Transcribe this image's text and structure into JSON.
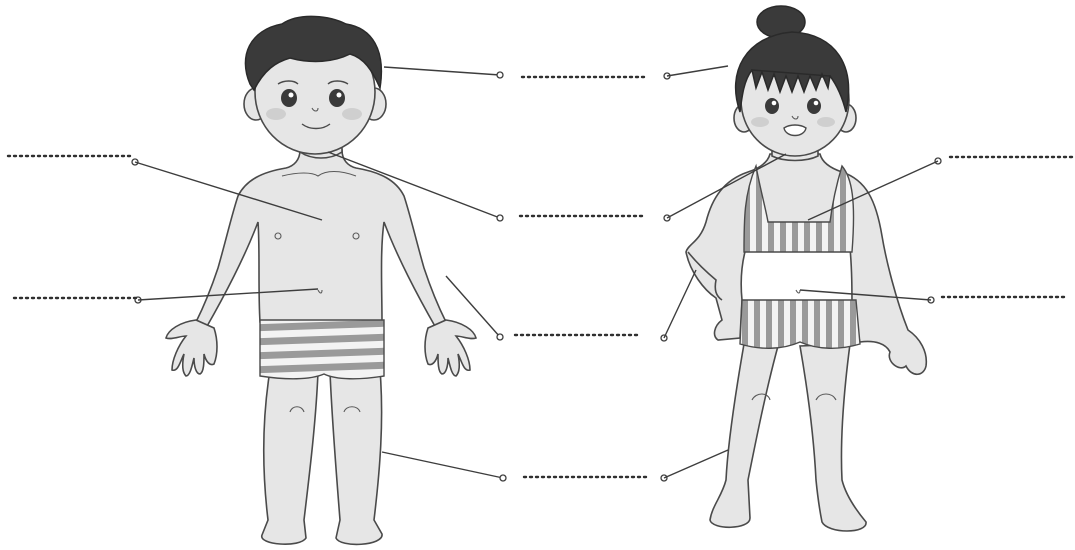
{
  "worksheet": {
    "figures": [
      {
        "id": "boy",
        "icon": "boy-figure"
      },
      {
        "id": "girl",
        "icon": "girl-figure"
      }
    ],
    "answer_blanks": [
      {
        "id": "center-1",
        "filled_text": ""
      },
      {
        "id": "center-2",
        "filled_text": ""
      },
      {
        "id": "center-3",
        "filled_text": ""
      },
      {
        "id": "center-4",
        "filled_text": ""
      },
      {
        "id": "left-chest",
        "filled_text": ""
      },
      {
        "id": "left-belly",
        "filled_text": ""
      },
      {
        "id": "right-chest",
        "filled_text": ""
      },
      {
        "id": "right-belly",
        "filled_text": ""
      }
    ]
  }
}
